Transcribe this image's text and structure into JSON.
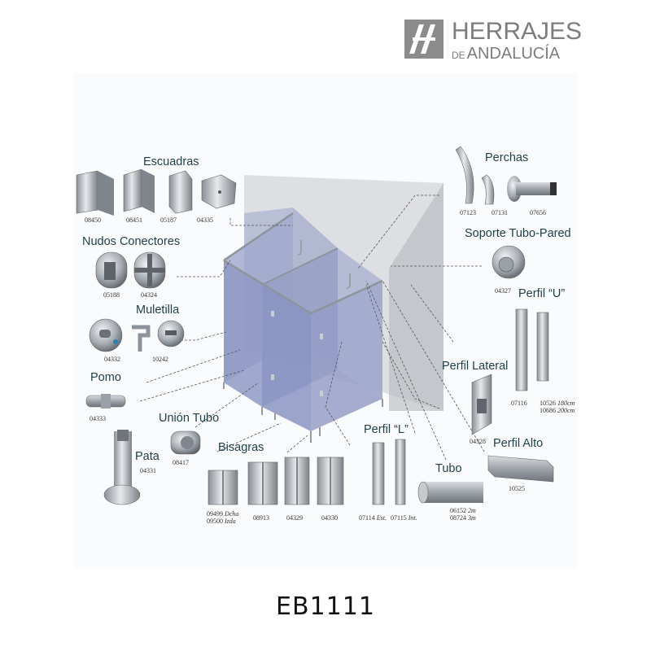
{
  "brand": {
    "name": "HERRAJES",
    "sub_prefix": "DE",
    "sub_name": "ANDALUCÍA"
  },
  "product_code": "EB1111",
  "labels": {
    "escuadras": "Escuadras",
    "nudos": "Nudos Conectores",
    "muletilla": "Muletilla",
    "pomo": "Pomo",
    "union_tubo": "Unión Tubo",
    "pata": "Pata",
    "bisagras": "Bisagras",
    "perchas": "Perchas",
    "soporte": "Soporte Tubo-Pared",
    "perfil_u": "Perfil “U”",
    "perfil_lateral": "Perfil Lateral",
    "perfil_l": "Perfil “L”",
    "tubo": "Tubo",
    "perfil_alto": "Perfil Alto"
  },
  "codes": {
    "escuadras": [
      "08450",
      "08451",
      "05187",
      "04335"
    ],
    "nudos": [
      "05188",
      "04324"
    ],
    "muletilla": [
      "04332",
      "10242"
    ],
    "pomo": "04333",
    "union_tubo": "08417",
    "pata": "04331",
    "bisagras": {
      "a1": "09499",
      "a1_note": "Dcha",
      "a2": "09500",
      "a2_note": "Izda",
      "b": "08913",
      "c": "04329",
      "d": "04330"
    },
    "perchas": [
      "07123",
      "07131",
      "07656"
    ],
    "soporte": "04327",
    "perfil_u": {
      "a": "07116",
      "b1": "10526",
      "b1_note": "180cm",
      "b2": "10686",
      "b2_note": "200cm"
    },
    "perfil_lateral": "04328",
    "perfil_l": {
      "a": "07114",
      "a_note": "Est.",
      "b": "07115",
      "b_note": "Int."
    },
    "tubo": {
      "a": "06152",
      "a_note": "2m",
      "b": "08724",
      "b_note": "3m"
    },
    "perfil_alto": "10525"
  }
}
